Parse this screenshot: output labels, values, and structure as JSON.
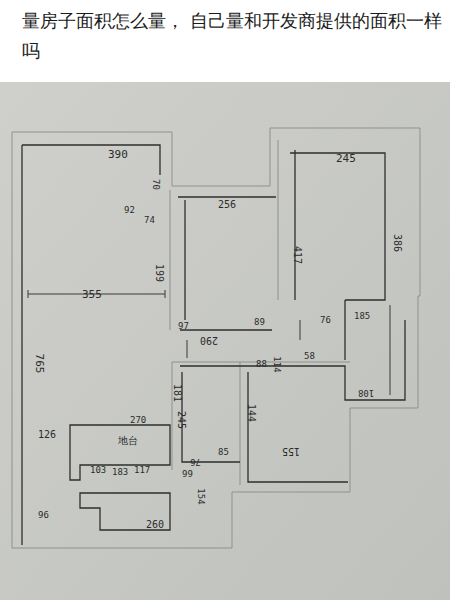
{
  "diagram": {
    "title": "量房子面积怎么量， 自己量和开发商提供的面积一样吗",
    "labels": [
      "390",
      "355",
      "765",
      "245",
      "256",
      "417",
      "386",
      "199",
      "290",
      "181",
      "245",
      "155",
      "144",
      "126",
      "270",
      "地台",
      "103",
      "183",
      "117",
      "76",
      "85",
      "99",
      "96",
      "260",
      "74",
      "92",
      "70",
      "76",
      "185",
      "58",
      "108",
      "89",
      "88",
      "97",
      "114",
      "154"
    ]
  }
}
